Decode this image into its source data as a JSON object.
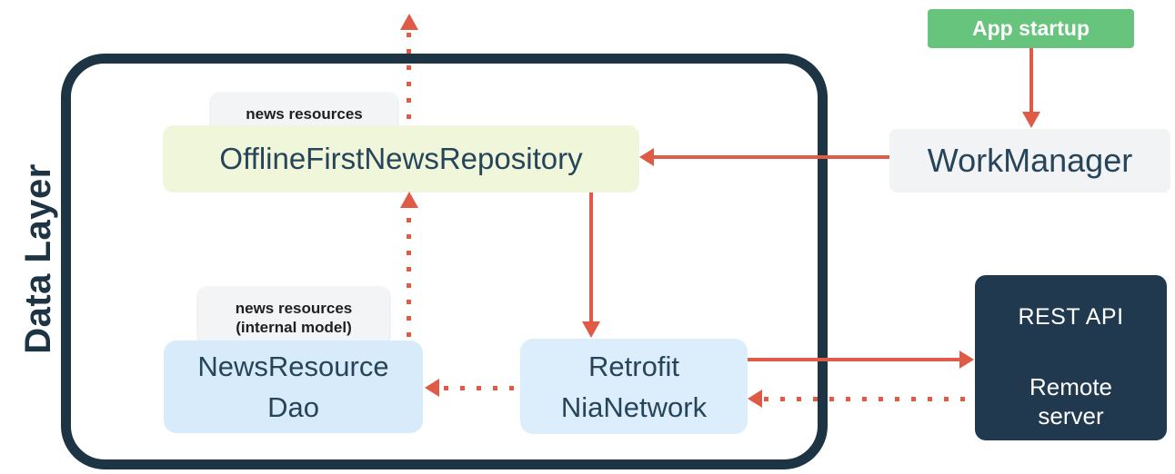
{
  "boundary": {
    "label": "Data Layer"
  },
  "chips": {
    "repository": {
      "line1": "news resources"
    },
    "dao": {
      "line1": "news resources",
      "line2": "(internal model)"
    }
  },
  "nodes": {
    "repository": {
      "label": "OfflineFirstNewsRepository"
    },
    "dao": {
      "line1": "NewsResource",
      "line2": "Dao"
    },
    "network": {
      "line1": "Retrofit",
      "line2": "NiaNetwork"
    },
    "workmanager": {
      "label": "WorkManager"
    },
    "app_startup": {
      "label": "App startup"
    },
    "remote_server": {
      "title": "REST API",
      "line1": "Remote",
      "line2": "server"
    }
  },
  "arrows": [
    {
      "from": "OfflineFirstNewsRepository",
      "to": "out-of-frame-top",
      "line": "dotted",
      "direction": "up"
    },
    {
      "from": "NewsResourceDao",
      "to": "OfflineFirstNewsRepository",
      "line": "dotted",
      "direction": "up"
    },
    {
      "from": "OfflineFirstNewsRepository",
      "to": "Retrofit NiaNetwork",
      "line": "solid",
      "direction": "down"
    },
    {
      "from": "WorkManager",
      "to": "OfflineFirstNewsRepository",
      "line": "solid",
      "direction": "left"
    },
    {
      "from": "App startup",
      "to": "WorkManager",
      "line": "solid",
      "direction": "down"
    },
    {
      "from": "Retrofit NiaNetwork",
      "to": "REST API Remote server",
      "line": "solid",
      "direction": "right"
    },
    {
      "from": "REST API Remote server",
      "to": "Retrofit NiaNetwork",
      "line": "dotted",
      "direction": "left"
    },
    {
      "from": "Retrofit NiaNetwork",
      "to": "NewsResourceDao",
      "line": "dotted",
      "direction": "left"
    }
  ],
  "colors": {
    "background": "#FFFFFF",
    "navy": "#1D3444",
    "navy_box": "#20394E",
    "box_text": "#27455A",
    "arrow": "#E05B46",
    "repo_fill": "#EFF6D9",
    "dao_fill": "#D8EBFB",
    "network_fill": "#DCEEFC",
    "workmanager_fill": "#F1F3F4",
    "chip_fill": "#F3F4F6",
    "chip_text": "#1F1F1F",
    "startup_fill": "#67C47C",
    "white_text": "#FFFFFF"
  }
}
